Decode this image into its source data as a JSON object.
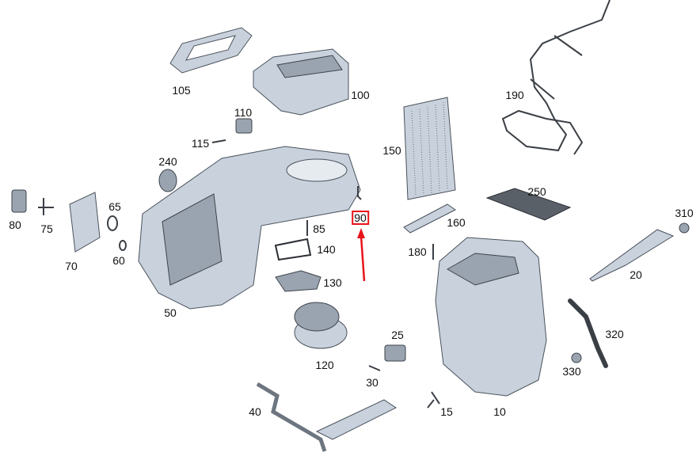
{
  "diagram": {
    "highlighted_part": "90",
    "accent_color": "#e8141b",
    "parts": [
      {
        "id": "105"
      },
      {
        "id": "100"
      },
      {
        "id": "110"
      },
      {
        "id": "115"
      },
      {
        "id": "240"
      },
      {
        "id": "150"
      },
      {
        "id": "190"
      },
      {
        "id": "250"
      },
      {
        "id": "310"
      },
      {
        "id": "80"
      },
      {
        "id": "75"
      },
      {
        "id": "65"
      },
      {
        "id": "70"
      },
      {
        "id": "60"
      },
      {
        "id": "85"
      },
      {
        "id": "90"
      },
      {
        "id": "160"
      },
      {
        "id": "140"
      },
      {
        "id": "180"
      },
      {
        "id": "20"
      },
      {
        "id": "130"
      },
      {
        "id": "50"
      },
      {
        "id": "25"
      },
      {
        "id": "320"
      },
      {
        "id": "120"
      },
      {
        "id": "330"
      },
      {
        "id": "30"
      },
      {
        "id": "40"
      },
      {
        "id": "15"
      },
      {
        "id": "10"
      }
    ]
  }
}
